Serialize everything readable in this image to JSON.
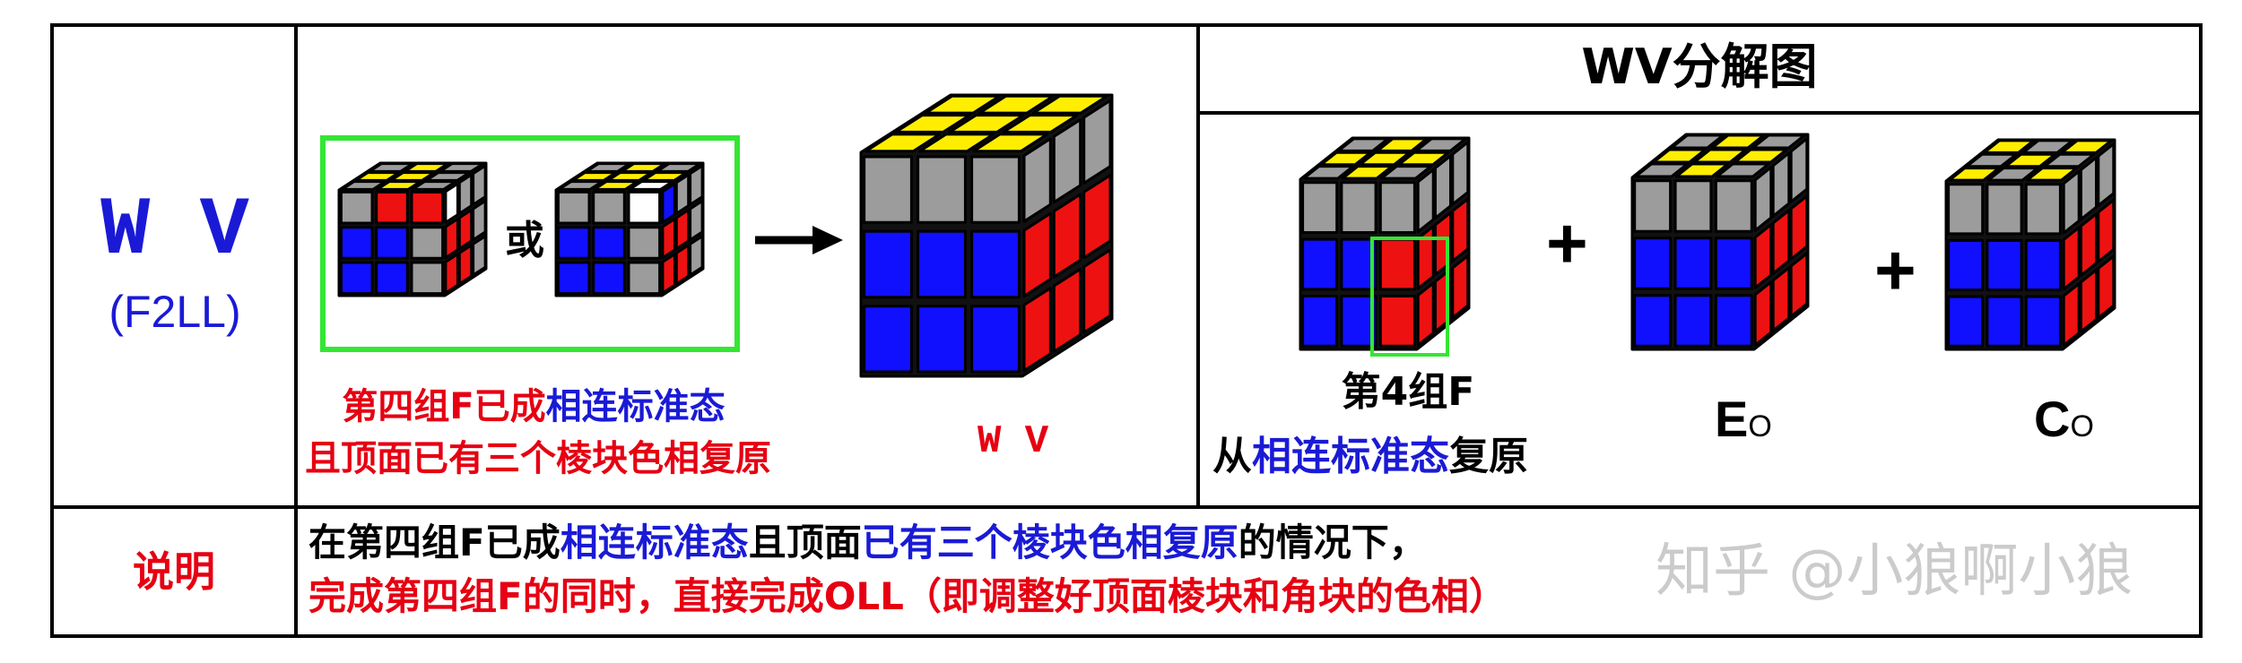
{
  "colors": {
    "red": "#e60012",
    "blue": "#1a1ad6",
    "yellow": "#ffee00",
    "gray": "#9c9c9c",
    "white": "#ffffff",
    "green_frame": "#33e633",
    "cube_red": "#ee1111",
    "cube_blue": "#1010ff"
  },
  "left_cell": {
    "title": "W V",
    "subtitle": "(F2LL)"
  },
  "case_cell": {
    "or_label": "或",
    "caption_line1_red1": "第四组F已成",
    "caption_line1_blue": "相连标准态",
    "caption_line2": "且顶面已有三个棱块色相复原",
    "result_label": "W V"
  },
  "decomp": {
    "header": "WV分解图",
    "plus1": "+",
    "plus2": "+",
    "cap1_line1": "第4组F",
    "cap1_line2_a": "从",
    "cap1_line2_b": "相连标准态",
    "cap1_line2_c": "复原",
    "cap2": "E",
    "cap2_sub": "O",
    "cap3": "C",
    "cap3_sub": "O"
  },
  "bottom": {
    "label": "说明",
    "line1_a": "在第四组F已成",
    "line1_b": "相连标准态",
    "line1_c": "且顶面",
    "line1_d": "已有三个棱块色相复原",
    "line1_e": "的情况下，",
    "line2": "完成第四组F的同时，直接完成OLL（即调整好顶面棱块和角块的色相）"
  },
  "watermark": "知乎 @小狼啊小狼"
}
